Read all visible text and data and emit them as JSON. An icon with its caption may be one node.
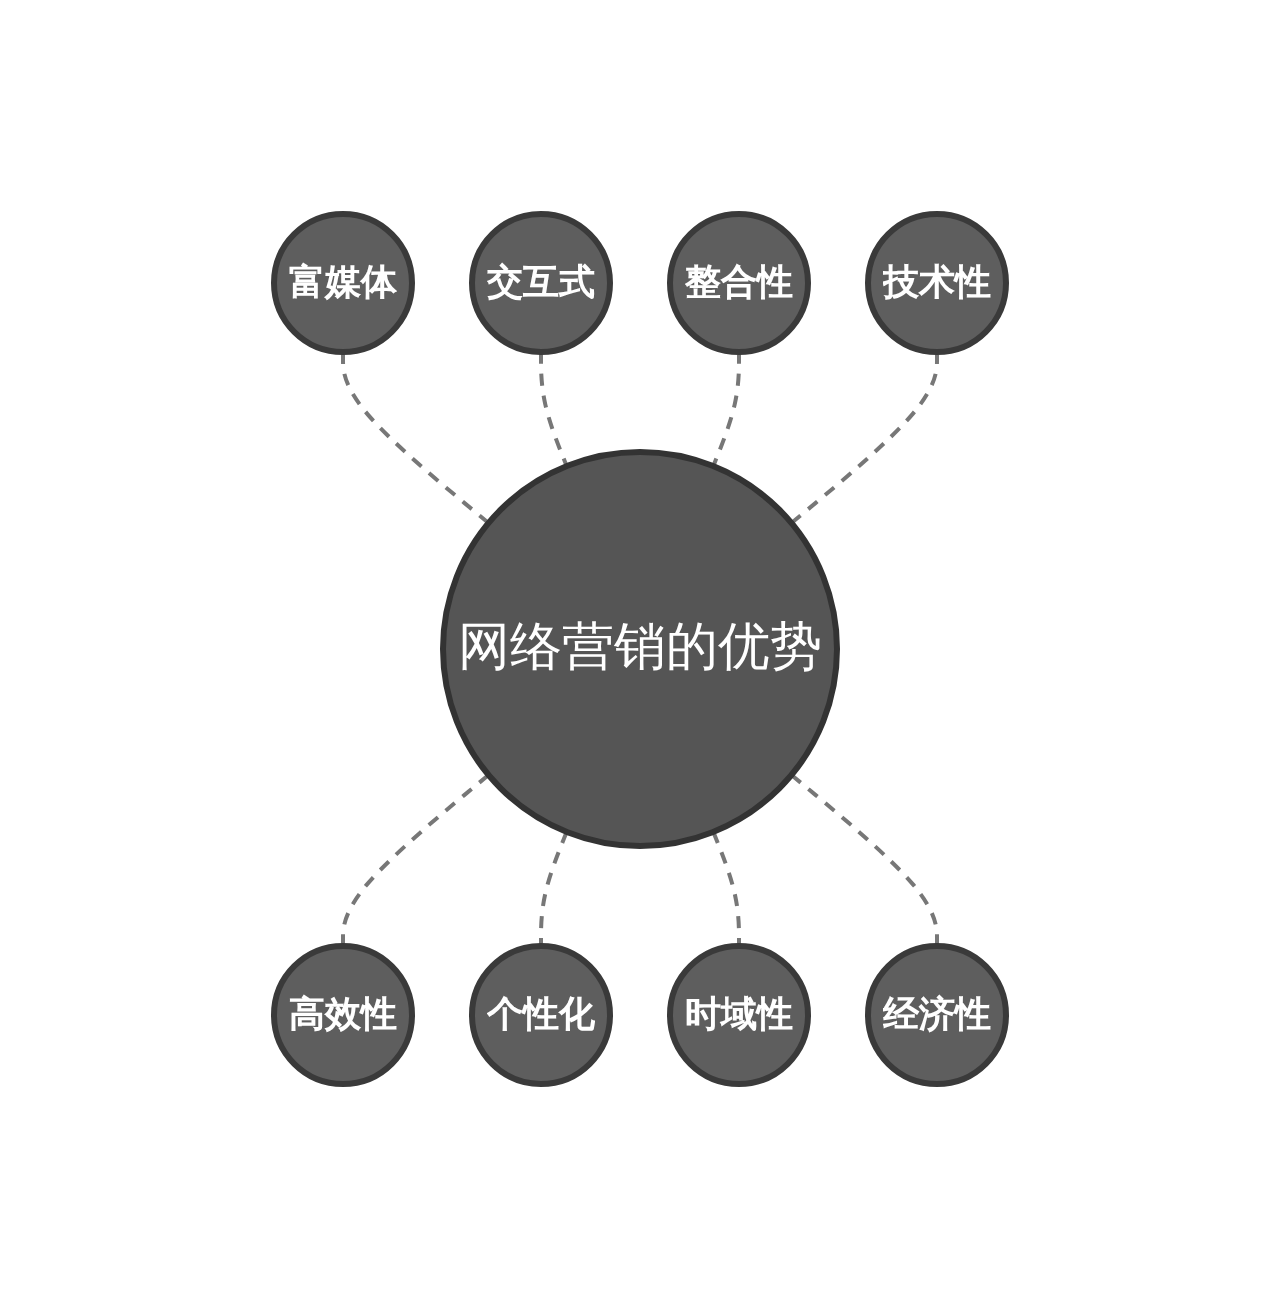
{
  "diagram": {
    "nodes": [
      {
        "text": [
          "网络营销的优势"
        ]
      },
      {
        "text": [
          "富媒体"
        ]
      },
      {
        "text": [
          "交互式"
        ]
      },
      {
        "text": [
          "高效性"
        ]
      },
      {
        "text": [
          "个性化"
        ]
      },
      {
        "text": [
          "时域性"
        ]
      },
      {
        "text": [
          "经济性"
        ]
      },
      {
        "text": [
          "整合性"
        ]
      },
      {
        "text": [
          "技术性"
        ]
      }
    ],
    "edges": [
      {
        "from": 1,
        "to": 0,
        "arrow": "none",
        "style": "dashed"
      },
      {
        "from": 2,
        "to": 0,
        "arrow": "none",
        "style": "dashed"
      },
      {
        "from": 0,
        "to": 3,
        "arrow": "none",
        "style": "dashed"
      },
      {
        "from": 0,
        "to": 4,
        "arrow": "none",
        "style": "dashed"
      },
      {
        "from": 0,
        "to": 5,
        "arrow": "none",
        "style": "dashed"
      },
      {
        "from": 0,
        "to": 6,
        "arrow": "none",
        "style": "dashed"
      },
      {
        "from": 7,
        "to": 0,
        "arrow": "none",
        "style": "dashed"
      },
      {
        "from": 8,
        "to": 0,
        "arrow": "none",
        "style": "dashed"
      }
    ]
  }
}
